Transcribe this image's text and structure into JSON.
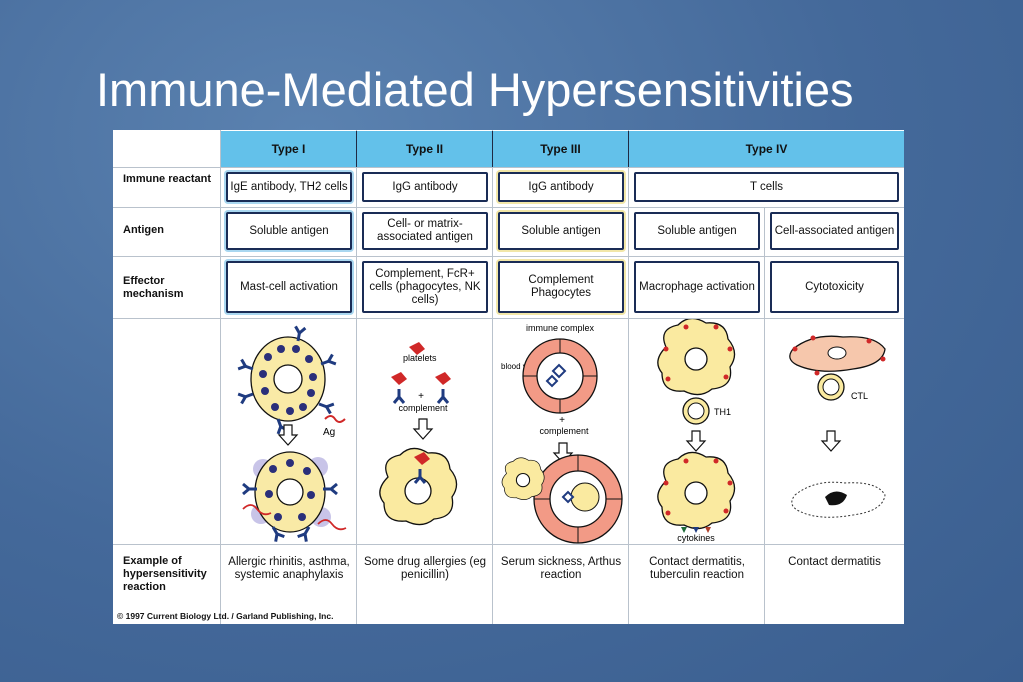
{
  "title": "Immune-Mediated Hypersensitivities",
  "columns": [
    "Type I",
    "Type II",
    "Type III",
    "Type IV"
  ],
  "row_labels": {
    "immune_reactant": "Immune reactant",
    "antigen": "Antigen",
    "effector": "Effector mechanism",
    "example": "Example of hypersensitivity reaction"
  },
  "immune_reactant": {
    "type1": "IgE antibody, TH2 cells",
    "type2": "IgG antibody",
    "type3": "IgG antibody",
    "type4": "T cells"
  },
  "antigen": {
    "type1": "Soluble antigen",
    "type2": "Cell- or matrix-associated antigen",
    "type3": "Soluble antigen",
    "type4a": "Soluble antigen",
    "type4b": "Cell-associated antigen"
  },
  "effector": {
    "type1": "Mast-cell activation",
    "type2": "Complement, FcR+ cells (phagocytes, NK cells)",
    "type3": "Complement Phagocytes",
    "type4a": "Macrophage activation",
    "type4b": "Cytotoxicity"
  },
  "diagram_labels": {
    "ag": "Ag",
    "platelets": "platelets",
    "plus": "+",
    "complement": "complement",
    "immune_complex": "immune complex",
    "blood_vessel": "blood vessel",
    "th1": "TH1",
    "cytokines": "cytokines",
    "ctl": "CTL"
  },
  "examples": {
    "type1": "Allergic rhinitis, asthma, systemic anaphylaxis",
    "type2": "Some drug allergies (eg penicillin)",
    "type3": "Serum sickness, Arthus reaction",
    "type4a": "Contact dermatitis, tuberculin reaction",
    "type4b": "Contact dermatitis"
  },
  "copyright": "© 1997 Current Biology Ltd. / Garland Publishing, Inc.",
  "colors": {
    "background": "#4a6f9f",
    "header_fill": "#63c1ea",
    "box_border": "#1a2c56",
    "cell_yellow": "#f7ecb0",
    "ab_blue": "#1f3b80",
    "red": "#d02828"
  }
}
